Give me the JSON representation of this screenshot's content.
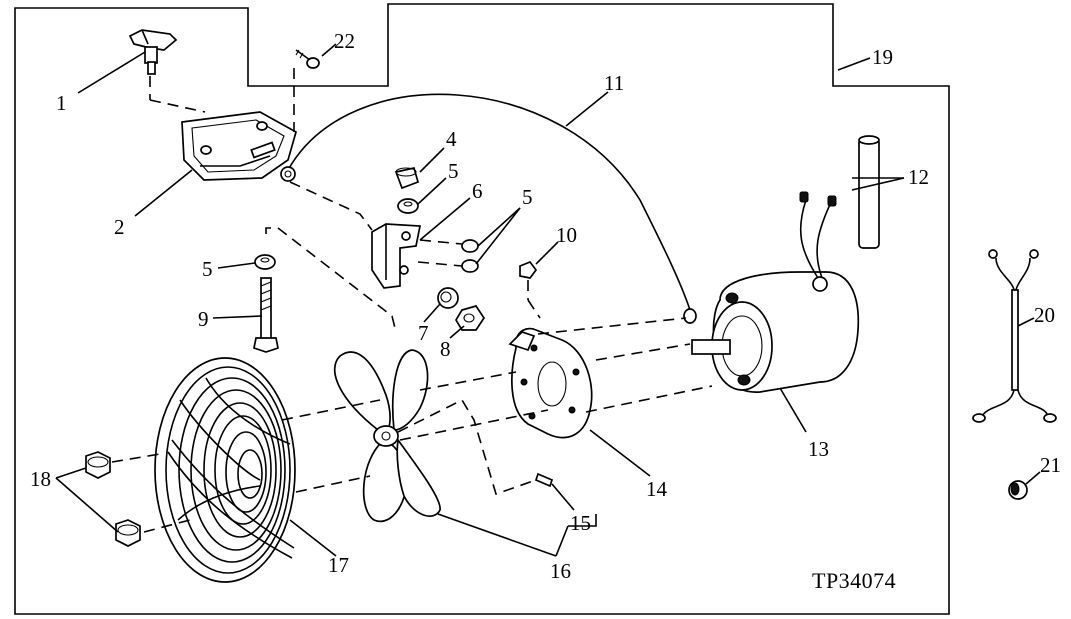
{
  "figure_id": "TP34074",
  "callouts": {
    "c1": "1",
    "c2": "2",
    "c3": "22",
    "c4": "4",
    "c5a": "5",
    "c6": "6",
    "c5b": "5",
    "c5c": "5",
    "c9": "9",
    "c7": "7",
    "c8": "8",
    "c10": "10",
    "c11": "11",
    "c12": "12",
    "c13": "13",
    "c14": "14",
    "c15": "15",
    "c16": "16",
    "c17": "17",
    "c18": "18",
    "c19": "19",
    "c20": "20",
    "c21": "21"
  }
}
